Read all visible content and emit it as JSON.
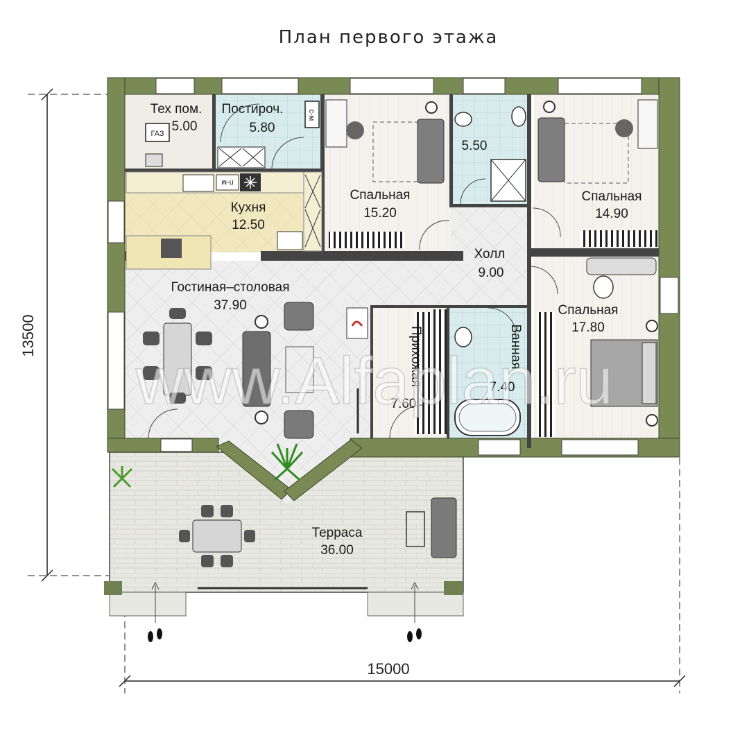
{
  "title": "План первого этажа",
  "rooms": {
    "tech": {
      "name": "Тех пом.",
      "area": "5.00"
    },
    "laundry": {
      "name": "Постироч.",
      "area": "5.80"
    },
    "wc": {
      "area": "5.50"
    },
    "kitchen": {
      "name": "Кухня",
      "area": "12.50"
    },
    "bedroom1": {
      "name": "Спальная",
      "area": "15.20"
    },
    "bedroom2": {
      "name": "Спальная",
      "area": "14.90"
    },
    "hall": {
      "name": "Холл",
      "area": "9.00"
    },
    "living": {
      "name": "Гостиная–столовая",
      "area": "37.90"
    },
    "entry": {
      "name": "Прихожая",
      "area": "7.60"
    },
    "bath": {
      "name": "Ванная",
      "area": "7.40"
    },
    "bedroom3": {
      "name": "Спальная",
      "area": "17.80"
    },
    "terrace": {
      "name": "Терраса",
      "area": "36.00"
    }
  },
  "appliances": {
    "washer": "с-м",
    "dishwasher": "п-м",
    "boiler": "ГАЗ"
  },
  "dimensions": {
    "width": "15000",
    "height": "13500"
  },
  "watermark": "www.Alfaplan.ru",
  "colors": {
    "wall": "#7a8a55",
    "kitchen_floor": "#efe6b8",
    "tile_floor": "#ececec",
    "wood_floor": "#f4f1ec",
    "bath_floor": "#d9ecee",
    "terrace_floor": "#e6e6e0"
  }
}
